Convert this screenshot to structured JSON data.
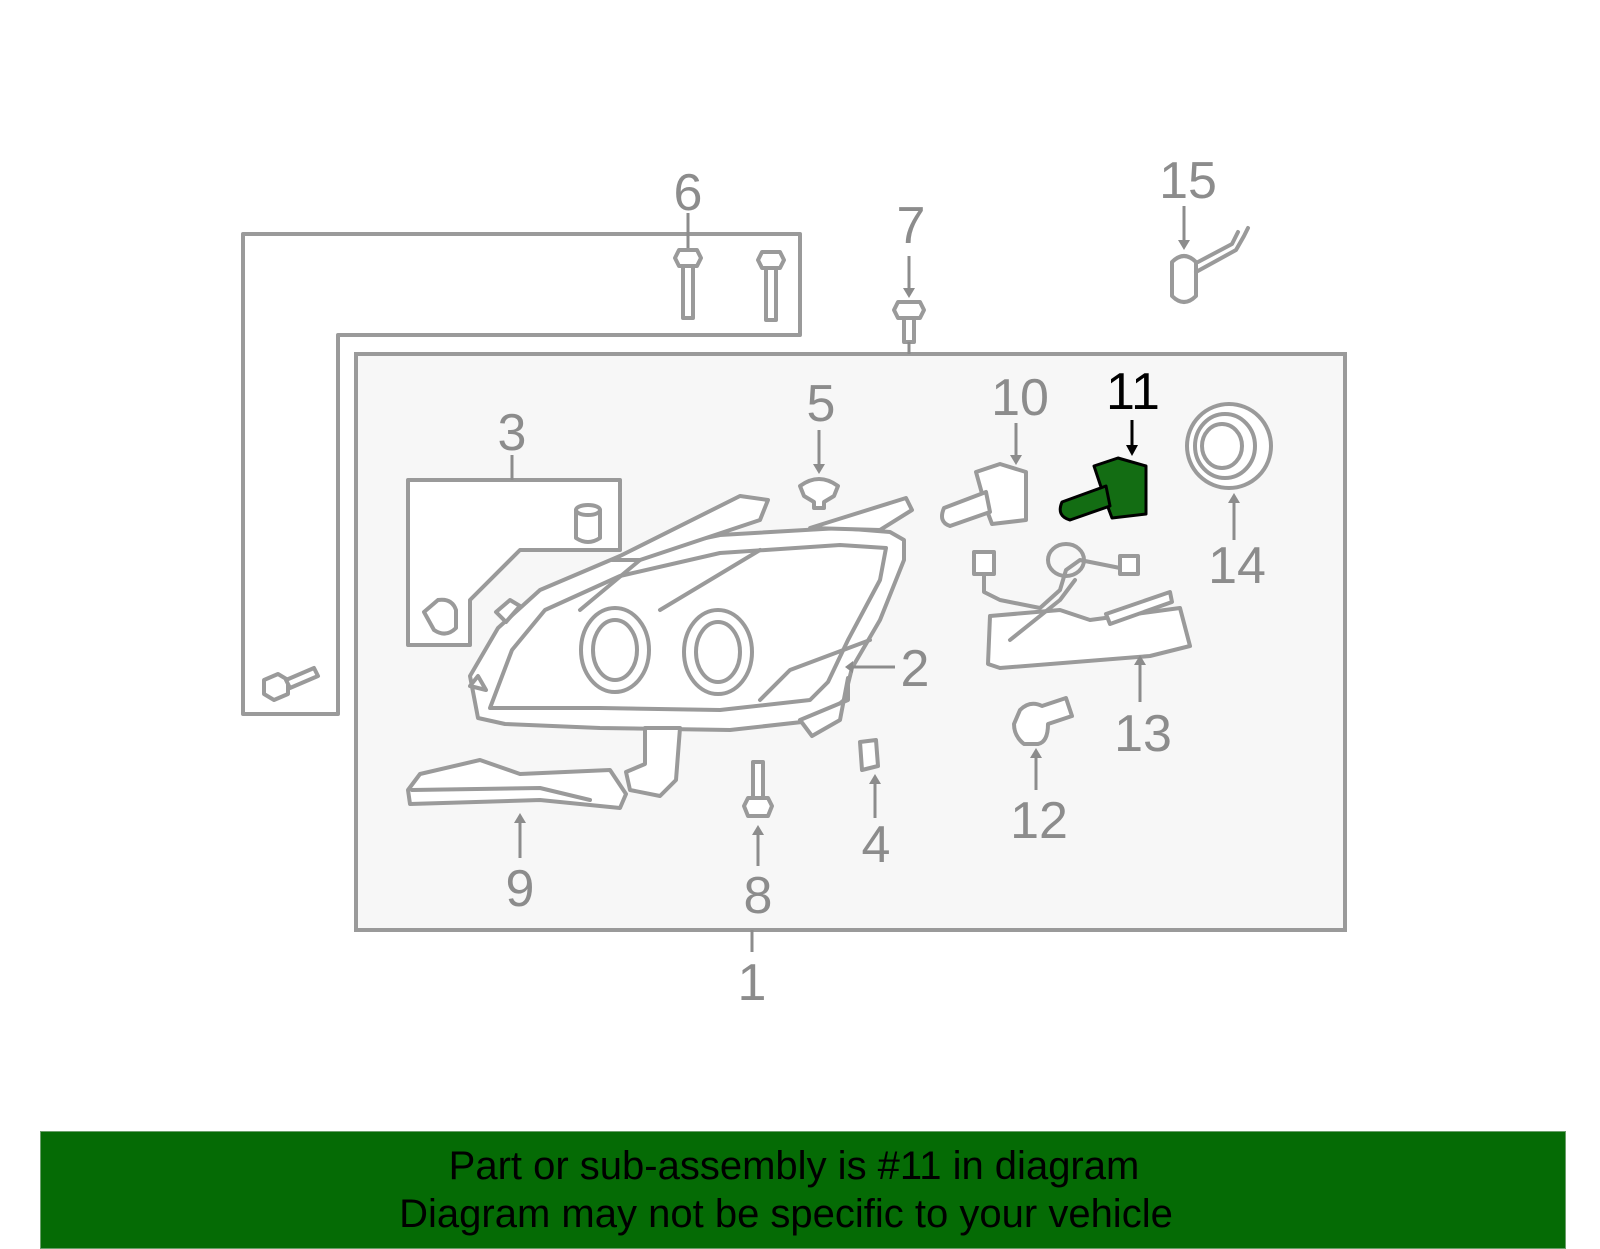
{
  "diagram": {
    "highlighted_part": "11",
    "highlight_color": "#136d13",
    "callouts": {
      "c1": "1",
      "c2": "2",
      "c3": "3",
      "c4": "4",
      "c5": "5",
      "c6": "6",
      "c7": "7",
      "c8": "8",
      "c9": "9",
      "c10": "10",
      "c11": "11",
      "c12": "12",
      "c13": "13",
      "c14": "14",
      "c15": "15"
    }
  },
  "banner": {
    "line1": "Part or sub-assembly is #11 in diagram",
    "line2": "Diagram may not be specific to your vehicle",
    "background": "#056b05"
  }
}
